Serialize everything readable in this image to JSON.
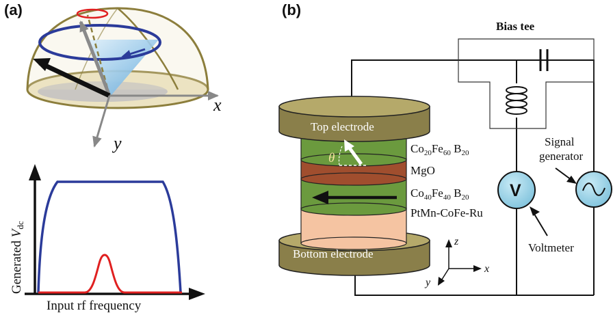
{
  "panel_a": {
    "label": "(a)",
    "axis_x": "x",
    "axis_y": "y",
    "ylabel_main": "Generated ",
    "ylabel_var": "V",
    "ylabel_sub": "dc",
    "xlabel": "Input rf frequency",
    "colors": {
      "wide_curve": "#2b3b9a",
      "narrow_curve": "#e02020",
      "dome": "#8c7e3c"
    }
  },
  "panel_b": {
    "label": "(b)",
    "bias_tee": "Bias tee",
    "top_electrode": "Top electrode",
    "bottom_electrode": "Bottom electrode",
    "theta": "θ",
    "layers": [
      {
        "base": "Co",
        "sub1": "20",
        "mid": "Fe",
        "sub2": "60",
        "end": " B",
        "sub3": "20"
      },
      {
        "base": "MgO"
      },
      {
        "base": "Co",
        "sub1": "40",
        "mid": "Fe",
        "sub2": "40",
        "end": " B",
        "sub3": "20"
      },
      {
        "base": "PtMn-CoFe-Ru"
      }
    ],
    "voltmeter_symbol": "V",
    "voltmeter_label": "Voltmeter",
    "signal_generator_line1": "Signal",
    "signal_generator_line2": "generator",
    "generator_symbol": "~",
    "coord_z": "z",
    "coord_x": "x",
    "coord_y": "y",
    "colors": {
      "electrode": "#8a7f4a",
      "free_layer": "#6b9a3e",
      "mgo": "#a04e2e",
      "pinned": "#f5c4a2",
      "meter": "#8fcde3"
    }
  }
}
